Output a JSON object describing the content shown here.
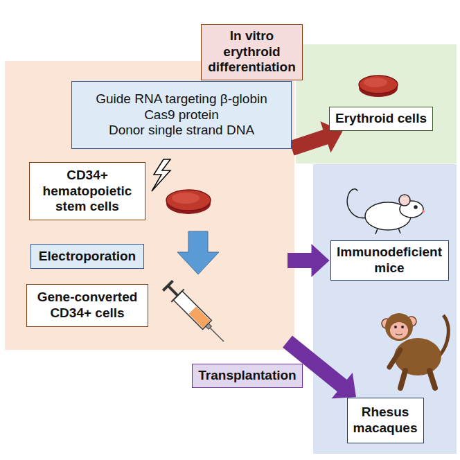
{
  "diagram": {
    "nodes": [
      {
        "text": [
          "Guide RNA targeting β-globin",
          "Cas9 protein",
          "Donor single strand DNA"
        ]
      },
      {
        "text": [
          "CD34+ hematopoietic stem cells"
        ]
      },
      {
        "text": [
          "Electroporation"
        ]
      },
      {
        "text": [
          "Gene-converted CD34+ cells"
        ]
      },
      {
        "text": [
          "In vitro erythroid differentiation"
        ]
      },
      {
        "text": [
          "Erythroid cells"
        ]
      },
      {
        "text": [
          "Transplantation"
        ]
      },
      {
        "text": [
          "Immunodeficient mice"
        ]
      },
      {
        "text": [
          "Rhesus macaques"
        ]
      }
    ],
    "edges": [
      {
        "from": 3,
        "to": 5,
        "arrow": "to"
      },
      {
        "from": 3,
        "to": 7,
        "arrow": "to"
      },
      {
        "from": 3,
        "to": 8,
        "arrow": "to"
      }
    ]
  }
}
